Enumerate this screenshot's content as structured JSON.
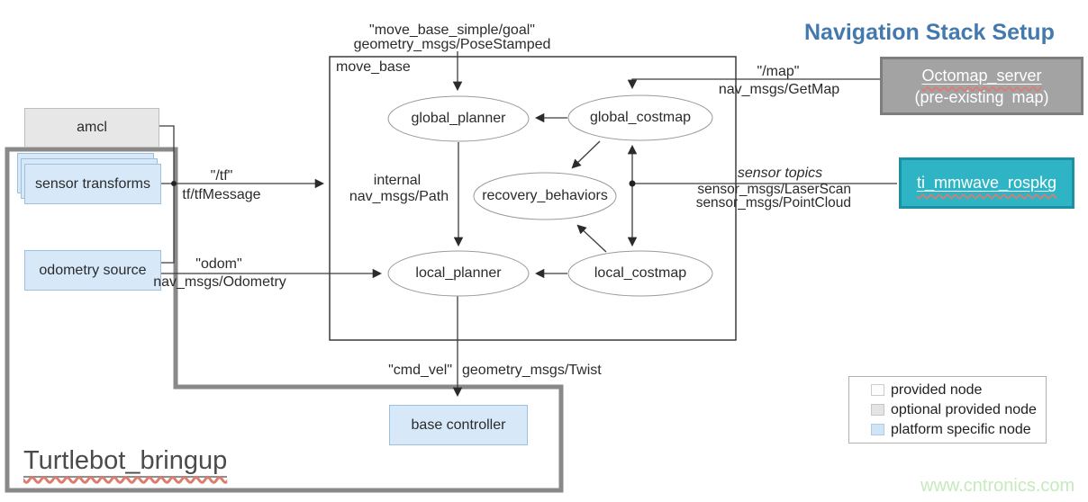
{
  "title": "Navigation Stack Setup",
  "watermark": "www.cntronics.com",
  "bringup": {
    "label": "Turtlebot_bringup"
  },
  "move_base": {
    "label": "move_base"
  },
  "nodes": {
    "amcl": "amcl",
    "sensor_transforms": "sensor transforms",
    "odometry_source": "odometry source",
    "base_controller": "base controller",
    "octomap_line1": "Octomap_server",
    "octomap_line2": "(pre-existing map)",
    "ti_mmwave": "ti_mmwave_rospkg",
    "global_planner": "global_planner",
    "global_costmap": "global_costmap",
    "recovery_behaviors": "recovery_behaviors",
    "local_planner": "local_planner",
    "local_costmap": "local_costmap"
  },
  "edges": {
    "goal_topic": "\"move_base_simple/goal\"",
    "goal_type": "geometry_msgs/PoseStamped",
    "tf_topic": "\"/tf\"",
    "tf_type": "tf/tfMessage",
    "internal_label": "internal",
    "internal_type": "nav_msgs/Path",
    "odom_topic": "\"odom\"",
    "odom_type": "nav_msgs/Odometry",
    "map_topic": "\"/map\"",
    "map_type": "nav_msgs/GetMap",
    "sensor_label": "sensor topics",
    "sensor_type1": "sensor_msgs/LaserScan",
    "sensor_type2": "sensor_msgs/PointCloud",
    "cmd_topic": "\"cmd_vel\"",
    "cmd_type": "geometry_msgs/Twist"
  },
  "legend": {
    "items": [
      {
        "label": "provided node",
        "swatch": "#ffffff"
      },
      {
        "label": "optional provided node",
        "swatch": "#e4e4e4"
      },
      {
        "label": "platform specific node",
        "swatch": "#cfe4f6"
      }
    ]
  },
  "colors": {
    "title": "#4479ae",
    "octomap_fill": "#a3a3a3",
    "octomap_border": "#7e7e7e",
    "ti_fill": "#2fb4c5",
    "ti_border": "#1d91a4",
    "platform_node_fill": "#d7e9f9",
    "optional_node_fill": "#e7e7e7",
    "bringup_border": "#898989",
    "wire": "#3c3c3c",
    "watermark": "#c6e9bd"
  }
}
